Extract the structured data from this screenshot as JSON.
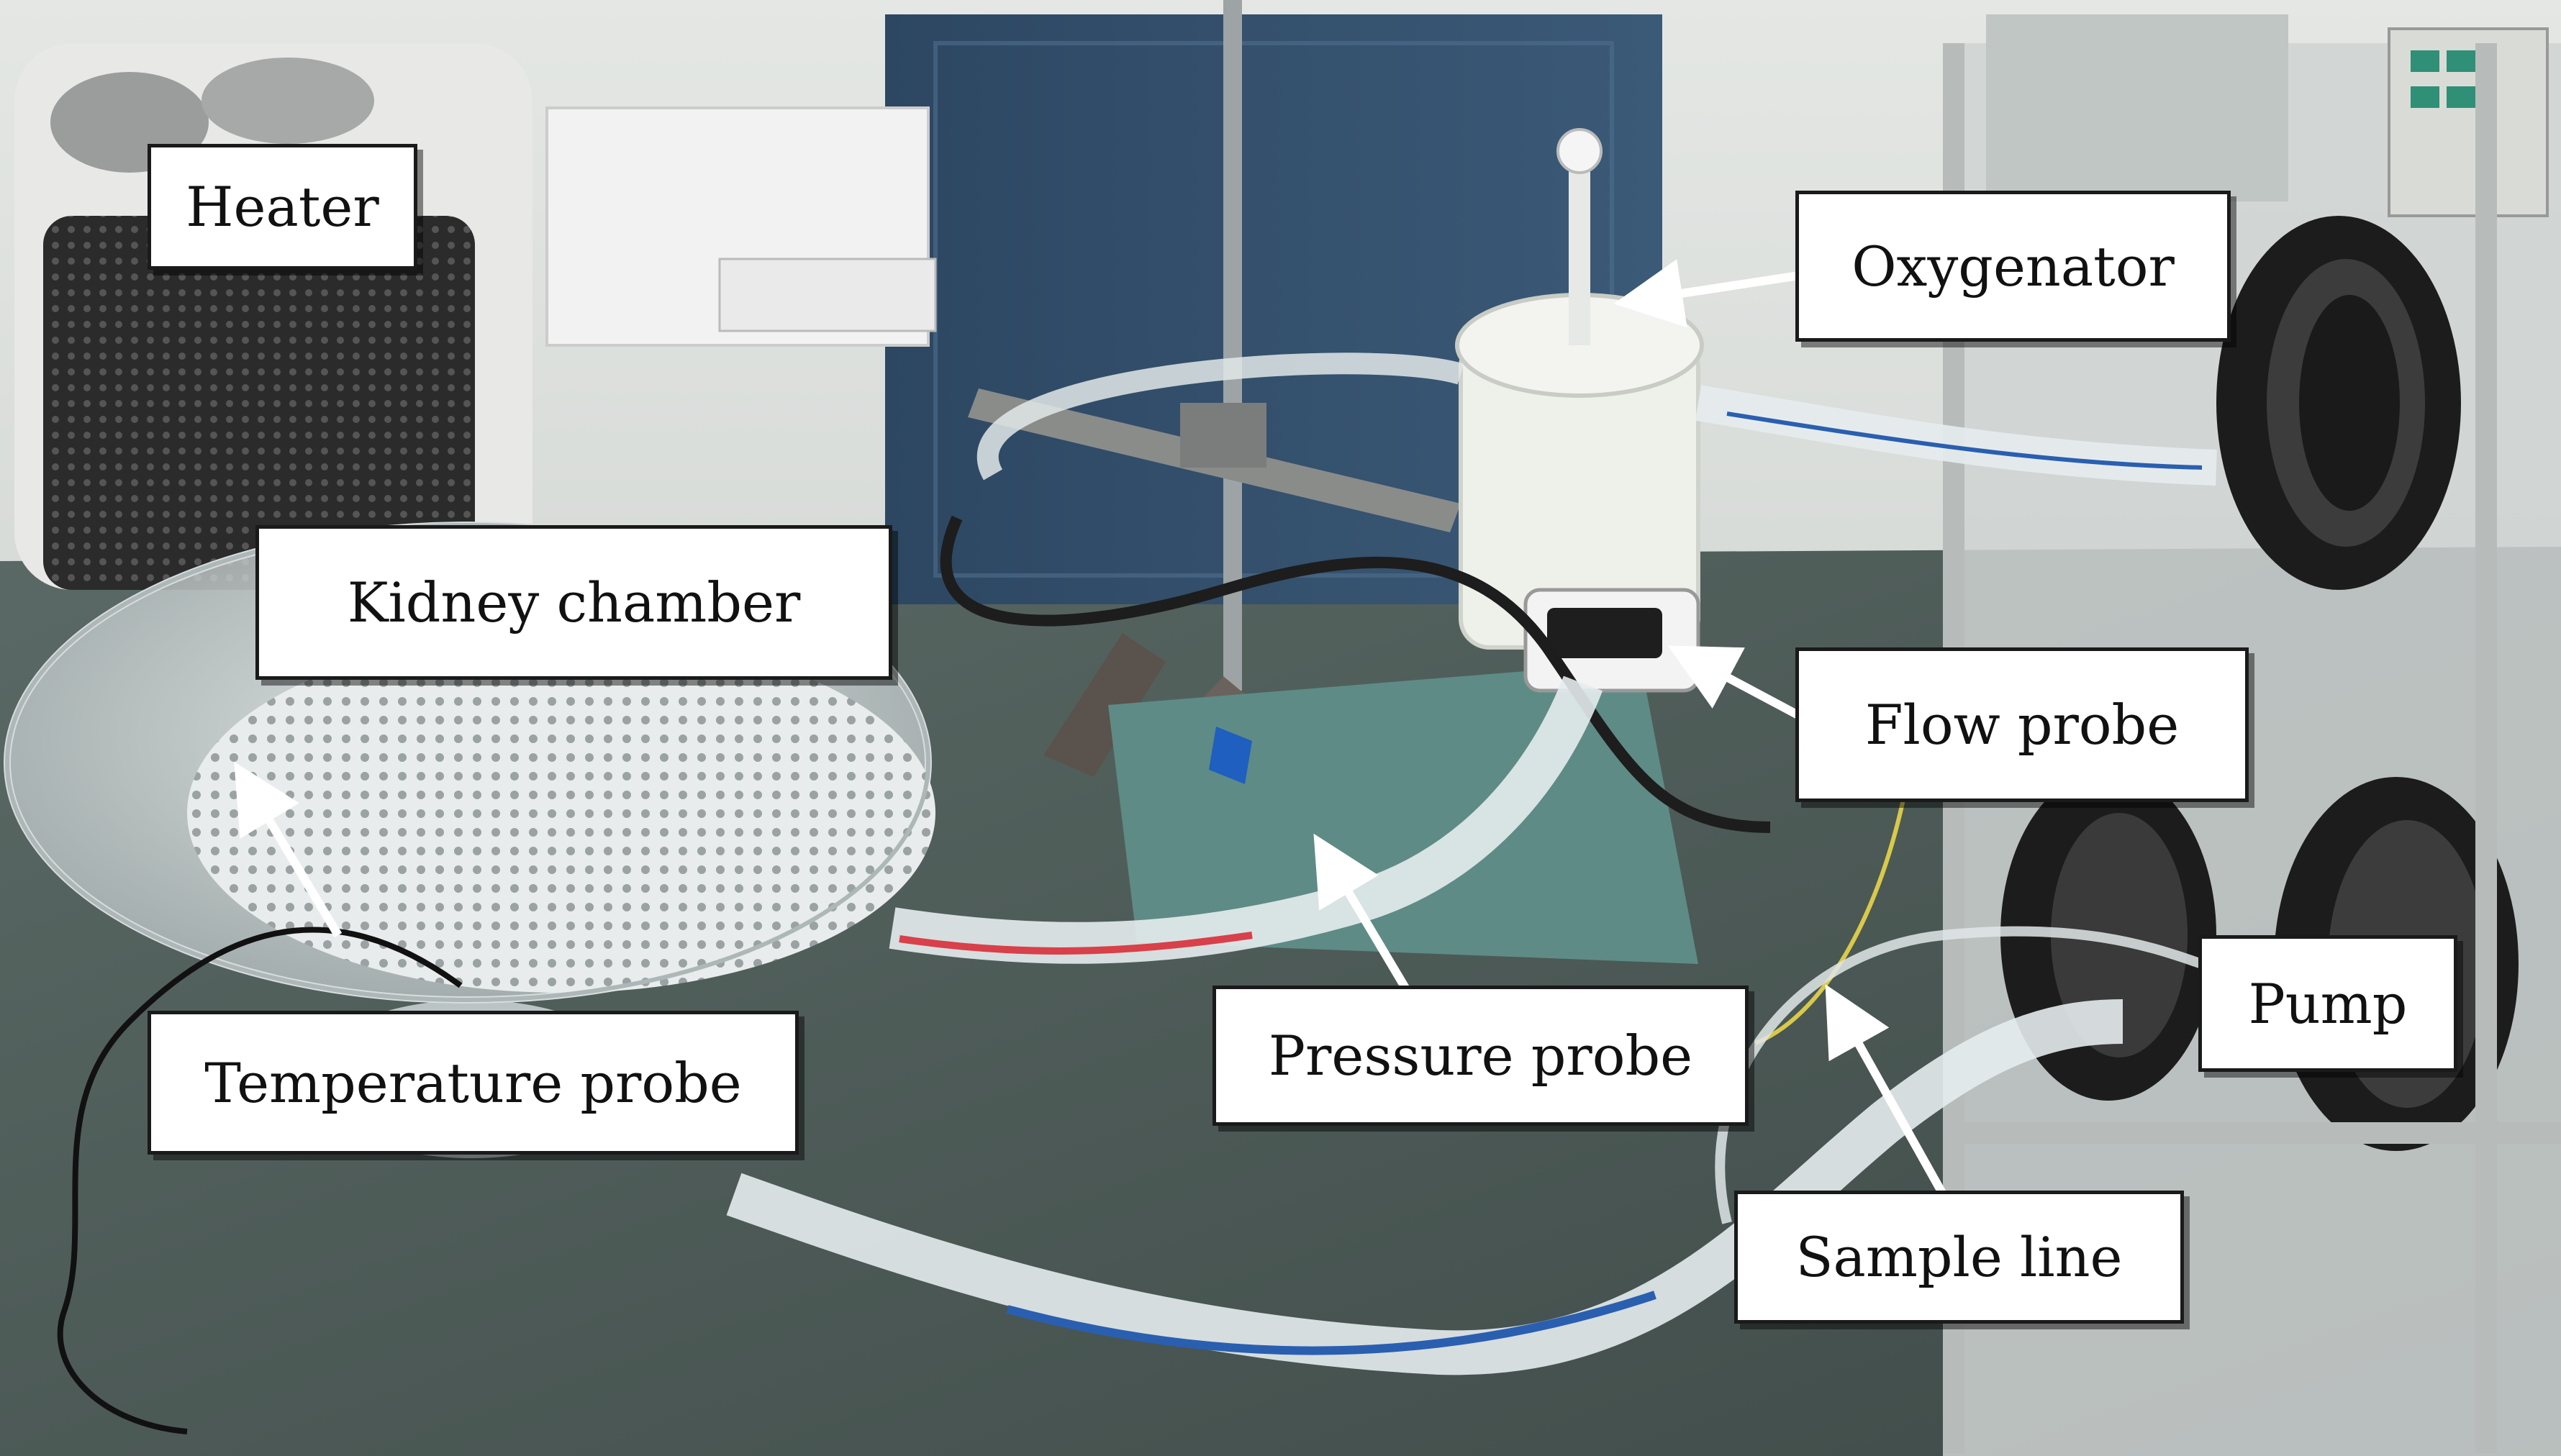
{
  "figure": {
    "labels": {
      "heater": "Heater",
      "kidney_chamber": "Kidney chamber",
      "oxygenator": "Oxygenator",
      "flow_probe": "Flow probe",
      "temperature_probe": "Temperature probe",
      "pressure_probe": "Pressure probe",
      "pump": "Pump",
      "sample_line": "Sample line"
    },
    "colors": {
      "bench_surface": "#4f5d59",
      "background_wall": "#d8dcd8",
      "tubing": "#e6ecee",
      "blue_stripe": "#2a5fb0",
      "red_line": "#d8404a",
      "stand_base": "#5e8b86",
      "box_border": "#1a1a1a",
      "arrow": "#ffffff"
    }
  }
}
